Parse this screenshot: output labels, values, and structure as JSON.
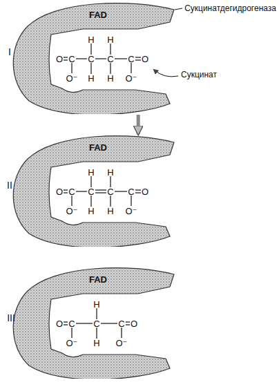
{
  "diagram": {
    "nodes": [
      {
        "text": [
          "FAD"
        ]
      },
      {
        "text": [
          "FAD"
        ]
      },
      {
        "text": [
          "FAD"
        ]
      }
    ],
    "edges": [
      {
        "from": 0,
        "to": 1,
        "arrow": "to"
      }
    ],
    "labels": [
      "Сукцинатдегидрогеназа",
      "I",
      "O",
      "C",
      "C",
      "C",
      "C",
      "O",
      "H",
      "H",
      "H",
      "H",
      "O⁻",
      "O⁻",
      "Сукцинат",
      "II",
      "O",
      "C",
      "C",
      "C",
      "C",
      "O",
      "H",
      "H",
      "H",
      "H",
      "O⁻",
      "O⁻",
      "III",
      "O",
      "C",
      "C",
      "C",
      "O",
      "H",
      "H",
      "O⁻",
      "O⁻"
    ]
  }
}
